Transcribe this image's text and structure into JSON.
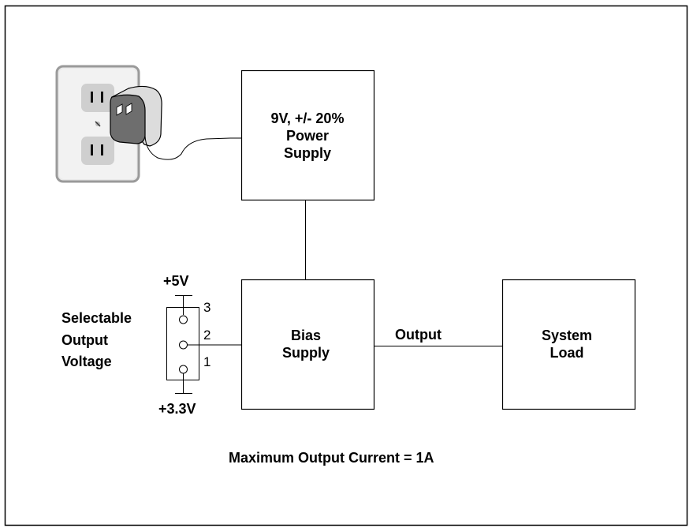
{
  "diagram": {
    "power_supply": {
      "line1": "9V, +/- 20%",
      "line2": "Power",
      "line3": "Supply"
    },
    "bias_supply": {
      "line1": "Bias",
      "line2": "Supply"
    },
    "system_load": {
      "line1": "System",
      "line2": "Load"
    },
    "output_label": "Output",
    "selector": {
      "caption_line1": "Selectable",
      "caption_line2": "Output",
      "caption_line3": "Voltage",
      "top_voltage": "+5V",
      "bottom_voltage": "+3.3V",
      "pin3": "3",
      "pin2": "2",
      "pin1": "1"
    },
    "footer_note": "Maximum Output Current = 1A",
    "wall_outlet": {
      "icon": "wall-outlet-with-adapter"
    }
  }
}
